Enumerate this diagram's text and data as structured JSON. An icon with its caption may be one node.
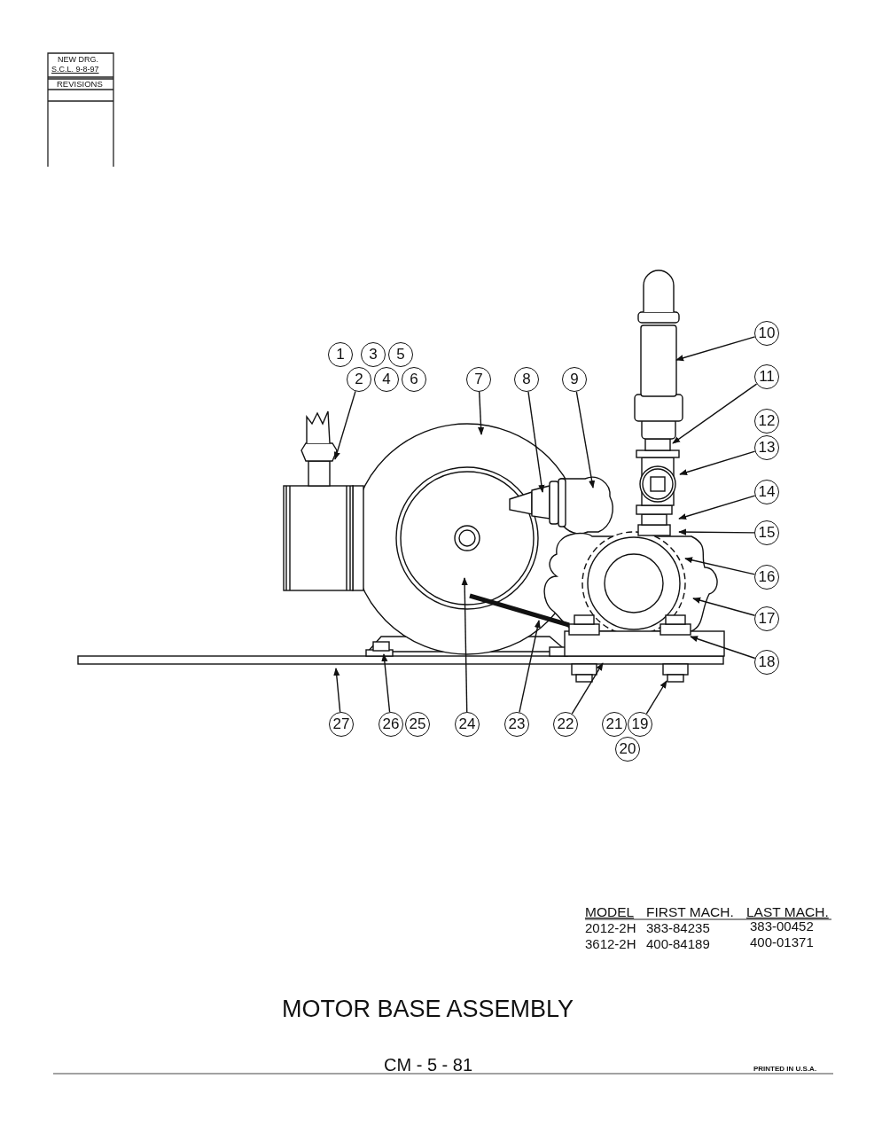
{
  "diagram": {
    "title": "MOTOR BASE ASSEMBLY",
    "nodes": [
      {
        "text": [
          "1"
        ]
      },
      {
        "text": [
          "2"
        ]
      },
      {
        "text": [
          "3"
        ]
      },
      {
        "text": [
          "4"
        ]
      },
      {
        "text": [
          "5"
        ]
      },
      {
        "text": [
          "6"
        ]
      },
      {
        "text": [
          "7"
        ]
      },
      {
        "text": [
          "8"
        ]
      },
      {
        "text": [
          "9"
        ]
      },
      {
        "text": [
          "10"
        ]
      },
      {
        "text": [
          "11"
        ]
      },
      {
        "text": [
          "12"
        ]
      },
      {
        "text": [
          "13"
        ]
      },
      {
        "text": [
          "14"
        ]
      },
      {
        "text": [
          "15"
        ]
      },
      {
        "text": [
          "16"
        ]
      },
      {
        "text": [
          "17"
        ]
      },
      {
        "text": [
          "18"
        ]
      },
      {
        "text": [
          "19"
        ]
      },
      {
        "text": [
          "20"
        ]
      },
      {
        "text": [
          "21"
        ]
      },
      {
        "text": [
          "22"
        ]
      },
      {
        "text": [
          "23"
        ]
      },
      {
        "text": [
          "24"
        ]
      },
      {
        "text": [
          "25"
        ]
      },
      {
        "text": [
          "26"
        ]
      },
      {
        "text": [
          "27"
        ]
      }
    ],
    "edges": [
      {
        "from": 1,
        "to": null,
        "arrow": "to"
      },
      {
        "from": 6,
        "to": null,
        "arrow": "to"
      },
      {
        "from": 7,
        "to": null,
        "arrow": "to"
      },
      {
        "from": 8,
        "to": null,
        "arrow": "to"
      },
      {
        "from": 9,
        "to": null,
        "arrow": "to"
      },
      {
        "from": 10,
        "to": null,
        "arrow": "to"
      },
      {
        "from": 12,
        "to": null,
        "arrow": "to"
      },
      {
        "from": 13,
        "to": null,
        "arrow": "to"
      },
      {
        "from": 14,
        "to": null,
        "arrow": "to"
      },
      {
        "from": 15,
        "to": null,
        "arrow": "to"
      },
      {
        "from": 16,
        "to": null,
        "arrow": "to"
      },
      {
        "from": 17,
        "to": null,
        "arrow": "to"
      },
      {
        "from": 26,
        "to": null,
        "arrow": "to"
      },
      {
        "from": 25,
        "to": null,
        "arrow": "to"
      },
      {
        "from": 23,
        "to": null,
        "arrow": "to"
      },
      {
        "from": 22,
        "to": null,
        "arrow": "to"
      },
      {
        "from": 21,
        "to": null,
        "arrow": "to"
      },
      {
        "from": 18,
        "to": null,
        "arrow": "to"
      }
    ],
    "labels": [
      "NEW DRG.",
      "S.C.L. 9-8-97",
      "REVISIONS",
      "MODEL",
      "FIRST MACH.",
      "LAST MACH.",
      "2012-2H",
      "383-84235",
      "383-00452",
      "3612-2H",
      "400-84189",
      "400-01371",
      "CM - 5 - 81",
      "PRINTED IN U.S.A."
    ]
  }
}
